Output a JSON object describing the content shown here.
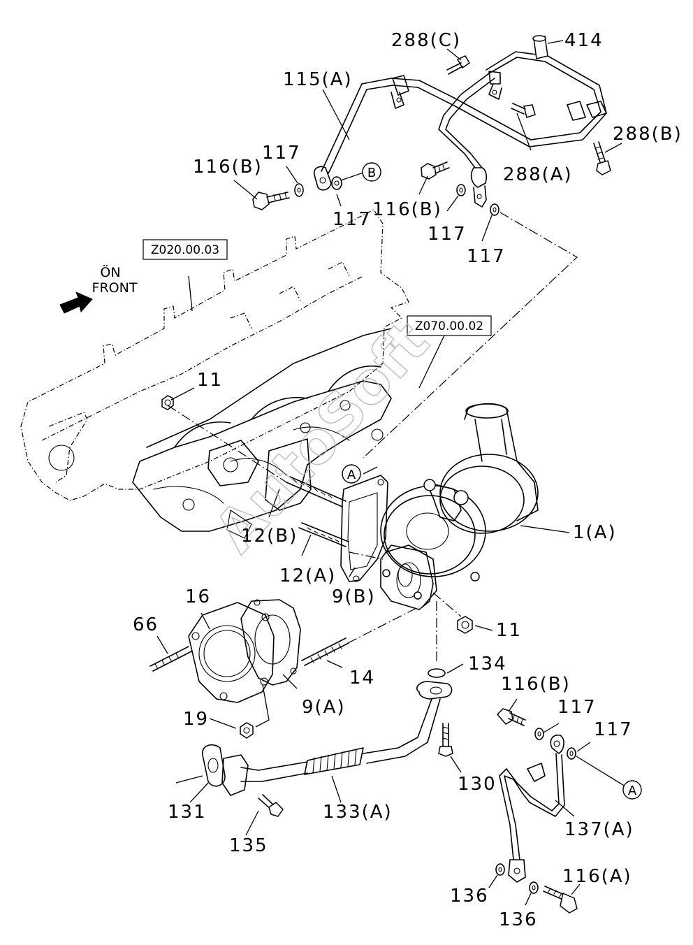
{
  "watermark": "AutoSoft",
  "references": {
    "cylinder_head": "Z020.00.03",
    "exhaust_manifold": "Z070.00.02"
  },
  "front_marker": {
    "line1": "ÖN",
    "line2": "FRONT"
  },
  "callout_letters": {
    "a_manifold": "A",
    "a_oil_feed": "A",
    "b_upper": "B"
  },
  "labels": {
    "l_288c": "288(C)",
    "l_414": "414",
    "l_115a": "115(A)",
    "l_288b": "288(B)",
    "l_117_top": "117",
    "l_116b_top": "116(B)",
    "l_288a": "288(A)",
    "l_117_b": "117",
    "l_116b_mid": "116(B)",
    "l_117_c": "117",
    "l_117_d": "117",
    "l_11_top": "11",
    "l_1a": "1(A)",
    "l_12b": "12(B)",
    "l_12a": "12(A)",
    "l_9b": "9(B)",
    "l_16": "16",
    "l_66": "66",
    "l_11_bottom": "11",
    "l_134": "134",
    "l_14": "14",
    "l_9a": "9(A)",
    "l_116b_low": "116(B)",
    "l_117_e": "117",
    "l_117_f": "117",
    "l_19": "19",
    "l_130": "130",
    "l_131": "131",
    "l_133a": "133(A)",
    "l_137a": "137(A)",
    "l_135": "135",
    "l_116a": "116(A)",
    "l_136_a": "136",
    "l_136_b": "136"
  },
  "icons": {
    "front_arrow": "arrow-right-icon"
  }
}
